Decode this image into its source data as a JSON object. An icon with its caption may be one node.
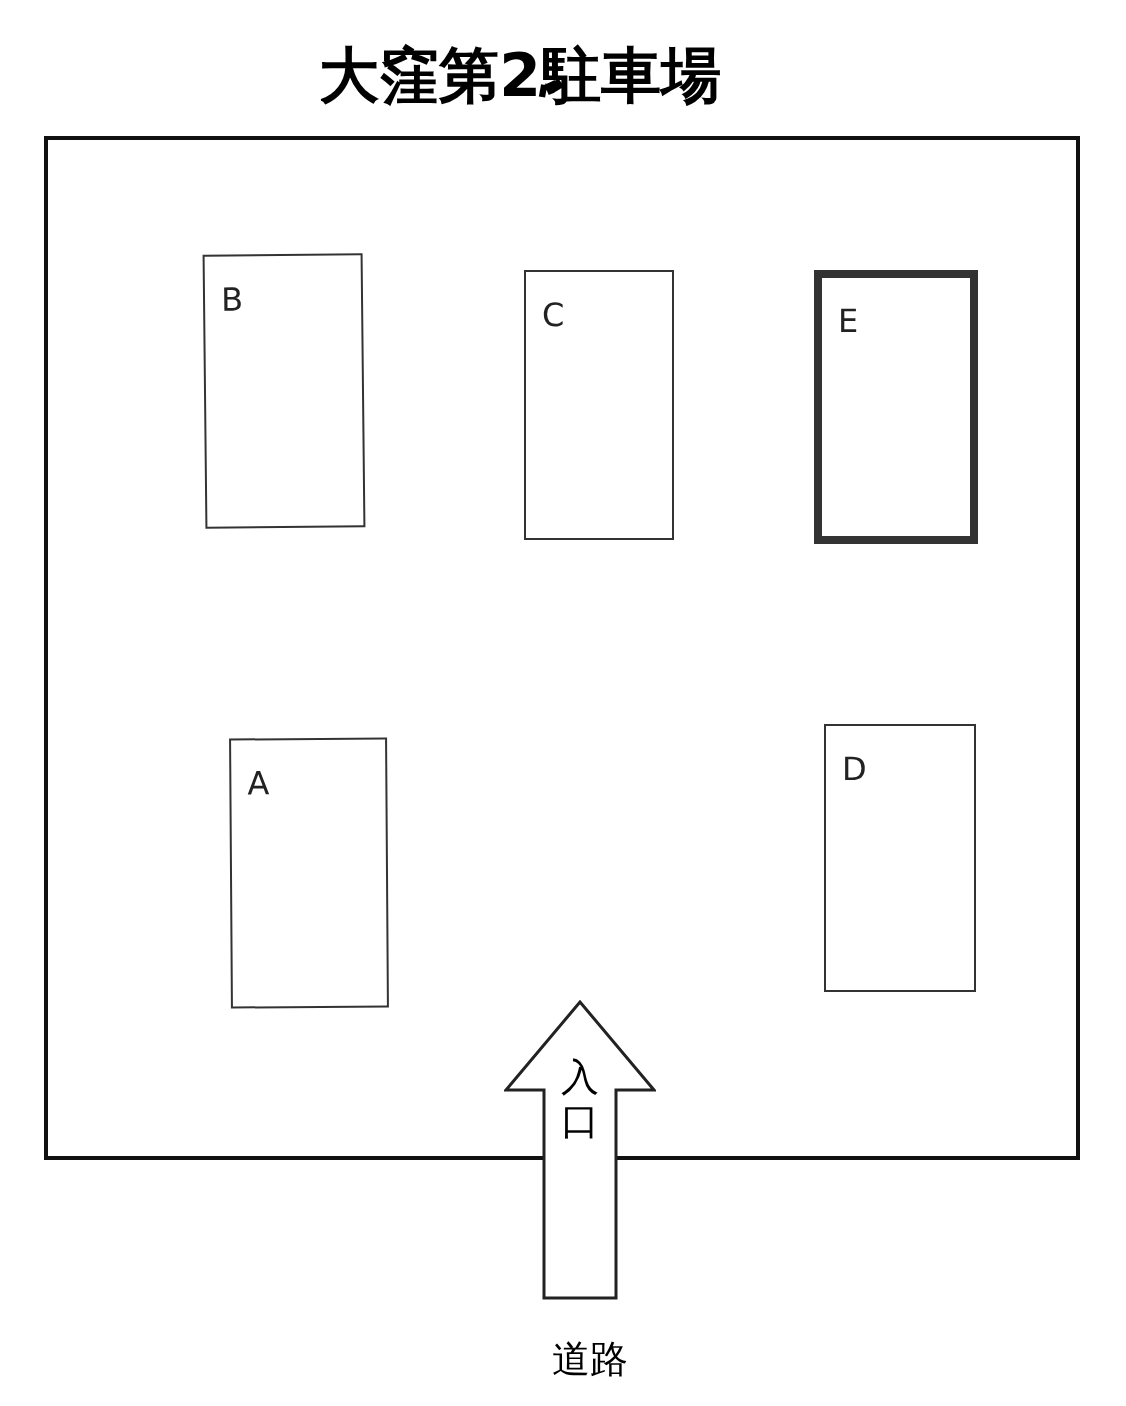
{
  "diagram": {
    "title": "大窪第2駐車場",
    "nodes": [
      {
        "text": [],
        "shape": "box"
      },
      {
        "text": [
          "B"
        ],
        "in": 0
      },
      {
        "text": [
          "C"
        ],
        "in": 0
      },
      {
        "text": [
          "E"
        ],
        "in": 0
      },
      {
        "text": [
          "A"
        ],
        "in": 0
      },
      {
        "text": [
          "D"
        ],
        "in": 0
      },
      {
        "text": [
          "入口"
        ]
      }
    ],
    "labels": [
      "道路"
    ]
  }
}
